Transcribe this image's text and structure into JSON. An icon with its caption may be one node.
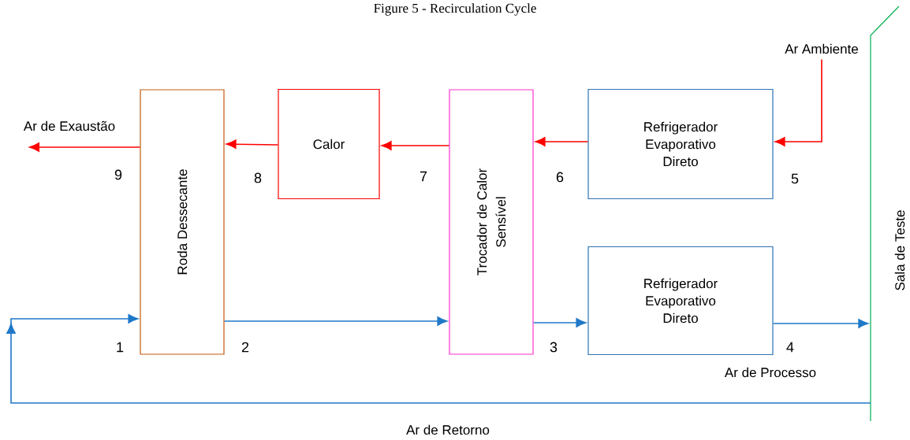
{
  "diagram": {
    "title": "Figure 5 - Recirculation Cycle",
    "nodes": [
      {
        "text": [
          "Roda Dessecante"
        ]
      },
      {
        "text": [
          "Calor"
        ]
      },
      {
        "text": [
          "Trocador de Calor Sensível"
        ]
      },
      {
        "text": [
          "Refrigerador Evaporativo Direto"
        ]
      },
      {
        "text": [
          "Refrigerador Evaporativo Direto"
        ]
      },
      {
        "text": [
          "Sala de Teste"
        ]
      },
      {
        "text": [
          "Ar Ambiente"
        ]
      }
    ],
    "edges": [
      {
        "from": 0,
        "to": null,
        "arrow": "to",
        "label": "Ar de Exaustão",
        "color": "#ff0000"
      },
      {
        "from": 1,
        "to": 0,
        "arrow": "to",
        "color": "#ff0000"
      },
      {
        "from": 2,
        "to": 1,
        "arrow": "to",
        "color": "#ff0000"
      },
      {
        "from": 3,
        "to": 2,
        "arrow": "to",
        "color": "#ff0000"
      },
      {
        "from": 6,
        "to": 3,
        "arrow": "to",
        "color": "#ff0000"
      },
      {
        "from": 5,
        "to": 0,
        "arrow": "to",
        "label": "Ar de Retorno",
        "color": "#1f78c8"
      },
      {
        "from": 0,
        "to": 2,
        "arrow": "to",
        "color": "#1f78c8"
      },
      {
        "from": 2,
        "to": 4,
        "arrow": "to",
        "color": "#1f78c8"
      },
      {
        "from": 4,
        "to": 5,
        "arrow": "to",
        "label": "Ar de Processo",
        "color": "#1f78c8"
      }
    ],
    "labels": [
      "9",
      "8",
      "7",
      "6",
      "5",
      "1",
      "2",
      "3",
      "4"
    ]
  }
}
